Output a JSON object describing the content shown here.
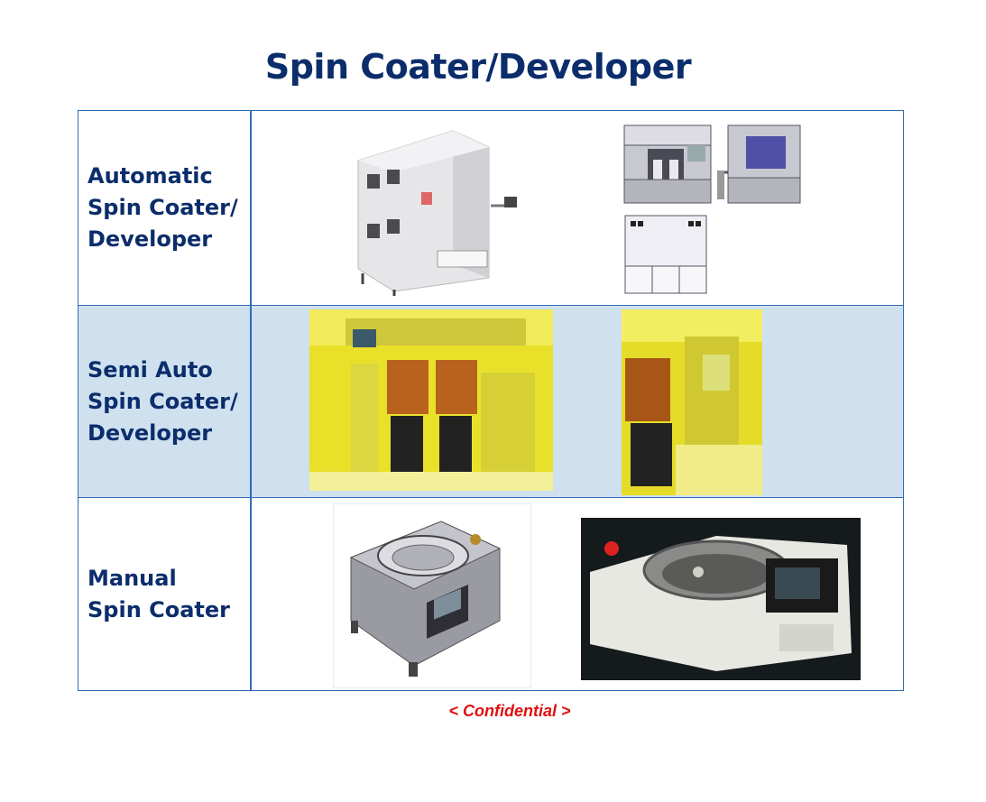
{
  "title": "Spin Coater/Developer",
  "rows": [
    {
      "label": "Automatic\nSpin Coater/\nDeveloper",
      "image": "automatic-spin-coater-machine"
    },
    {
      "label": "Semi Auto\nSpin Coater/\nDeveloper",
      "image": "semi-auto-spin-coater-cleanroom"
    },
    {
      "label": "Manual\nSpin Coater",
      "image": "manual-spin-coater-unit"
    }
  ],
  "footer": "< Confidential  >",
  "colors": {
    "title": "#0b2d6b",
    "border": "#2f6db3",
    "rowHighlight": "#cfe0ef",
    "footer": "#e01010"
  }
}
